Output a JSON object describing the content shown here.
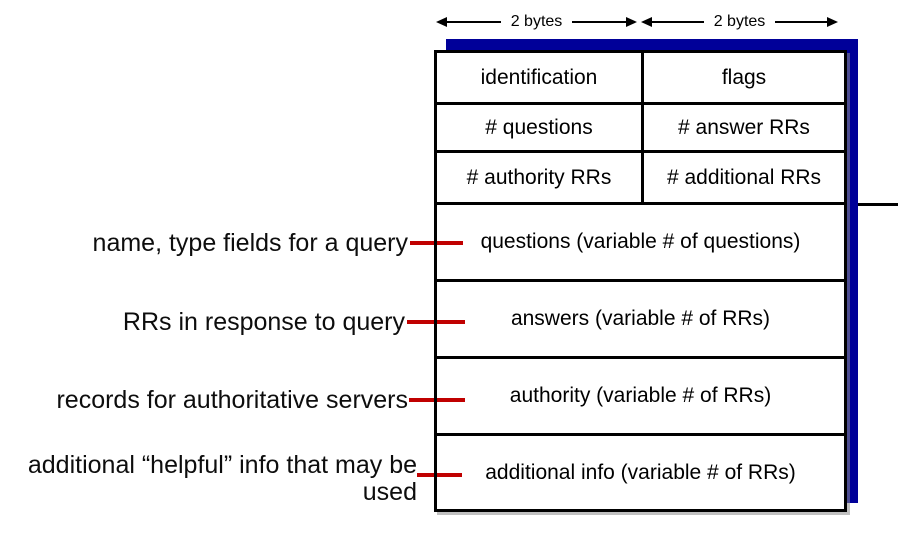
{
  "diagram": {
    "byte_labels": {
      "left": "2 bytes",
      "right": "2 bytes"
    },
    "header_rows": [
      {
        "left": "identification",
        "right": "flags"
      },
      {
        "left": "# questions",
        "right": "# answer RRs"
      },
      {
        "left": "# authority RRs",
        "right": "# additional RRs"
      }
    ],
    "variable_rows": [
      "questions (variable # of questions)",
      "answers (variable # of RRs)",
      "authority (variable # of RRs)",
      "additional info (variable # of RRs)"
    ],
    "annotations": [
      "name, type fields  for a query",
      "RRs in response to query",
      "records for authoritative servers",
      "additional “helpful” info that may be used"
    ],
    "colors": {
      "shadow_blue": "#000099",
      "connector_red": "#C00000",
      "border_black": "#000000"
    }
  }
}
